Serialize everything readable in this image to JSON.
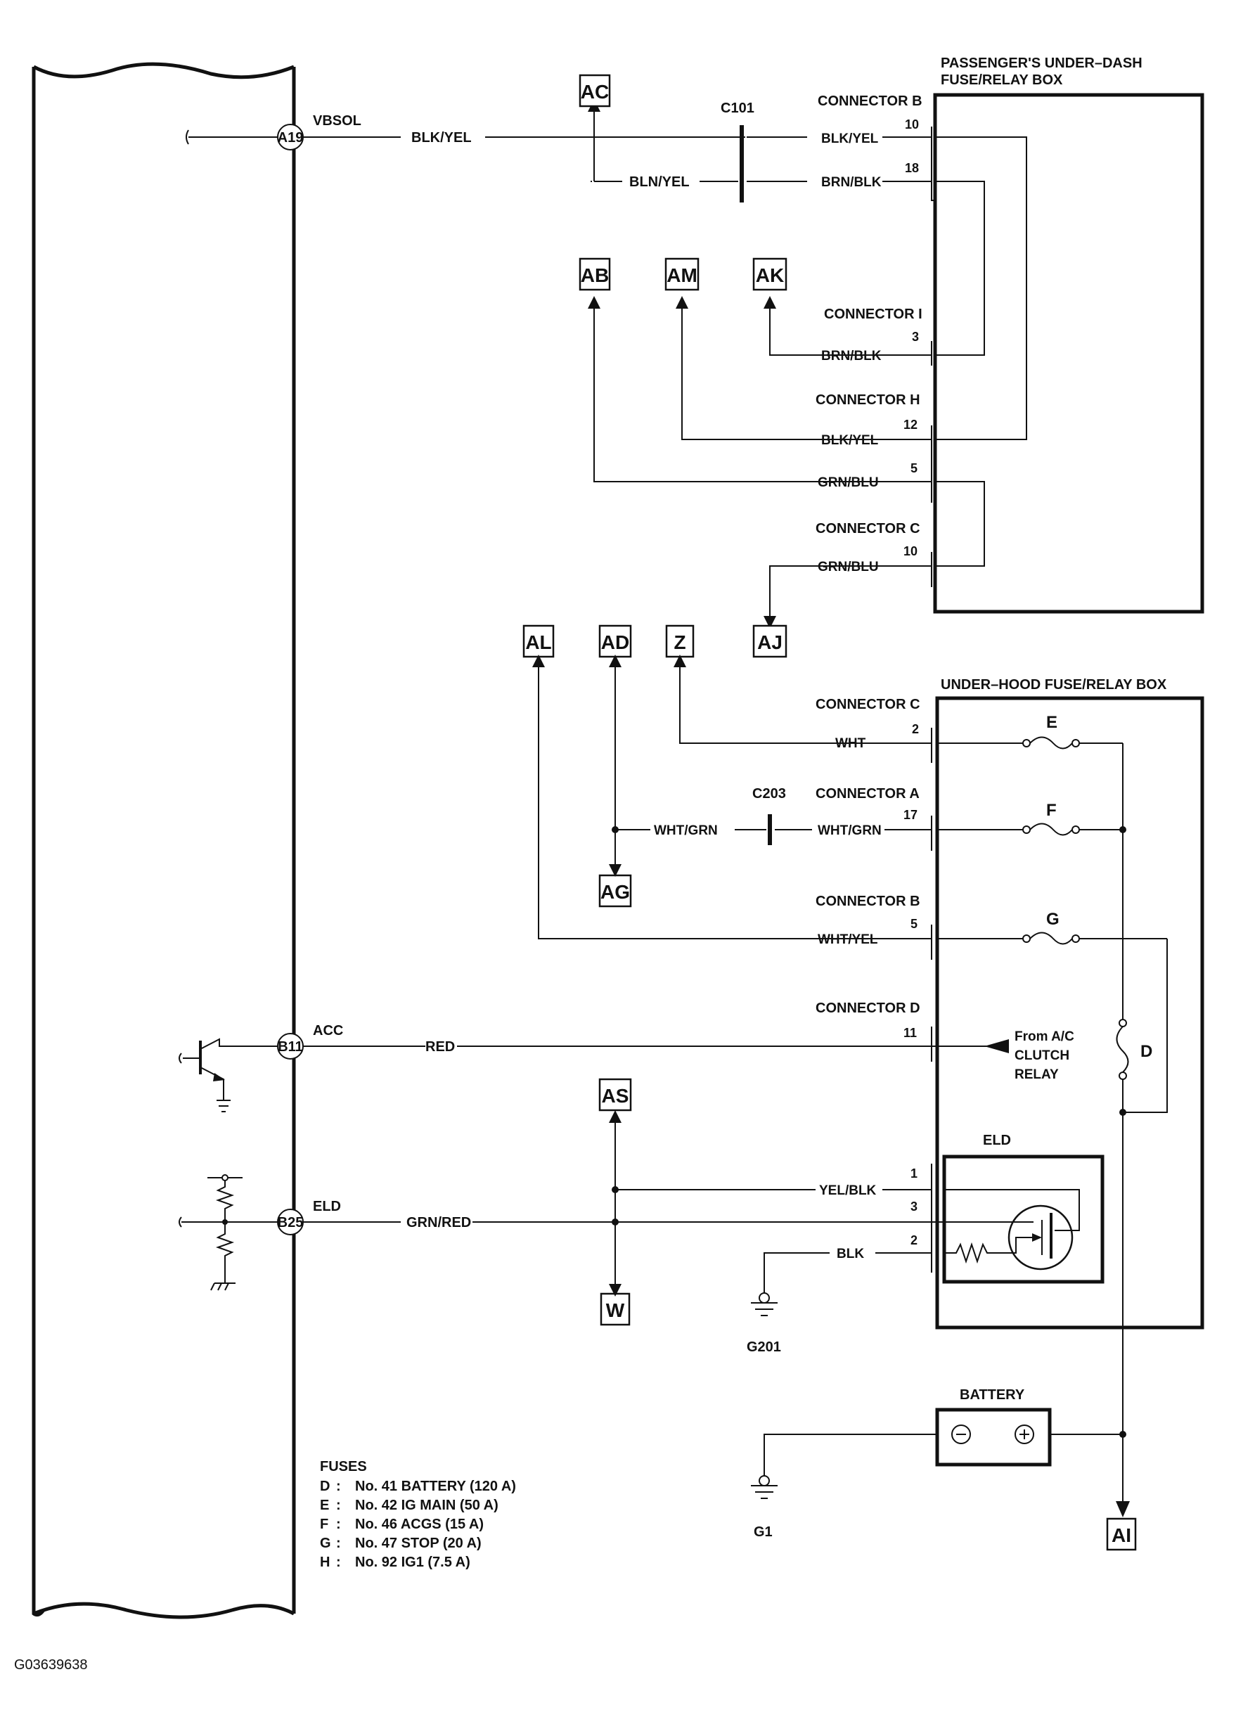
{
  "ecm": {
    "pins": [
      {
        "id": "A19",
        "signal": "VBSOL",
        "wire": "BLK/YEL"
      },
      {
        "id": "B11",
        "signal": "ACC",
        "wire": "RED"
      },
      {
        "id": "B25",
        "signal": "ELD",
        "wire": "GRN/RED"
      }
    ]
  },
  "underdash": {
    "title1": "PASSENGER'S UNDER–DASH",
    "title2": "FUSE/RELAY BOX",
    "connB": {
      "label": "CONNECTOR B",
      "pin10": "10",
      "wire10": "BLK/YEL",
      "pin18": "18",
      "wire18": "BRN/BLK"
    },
    "connI": {
      "label": "CONNECTOR I",
      "pin3": "3",
      "wire3": "BRN/BLK"
    },
    "connH": {
      "label": "CONNECTOR H",
      "pin12": "12",
      "wire12": "BLK/YEL",
      "pin5": "5",
      "wire5": "GRN/BLU"
    },
    "connC": {
      "label": "CONNECTOR C",
      "pin10": "10",
      "wire10": "GRN/BLU"
    }
  },
  "c101": {
    "label": "C101",
    "wire_lower": "BLN/YEL"
  },
  "underhood": {
    "title": "UNDER–HOOD FUSE/RELAY BOX",
    "connC": {
      "label": "CONNECTOR C",
      "pin": "2",
      "wire": "WHT"
    },
    "connA": {
      "label": "CONNECTOR A",
      "pin": "17",
      "wire": "WHT/GRN"
    },
    "connB": {
      "label": "CONNECTOR B",
      "pin": "5",
      "wire": "WHT/YEL"
    },
    "connD": {
      "label": "CONNECTOR D",
      "pin": "11"
    },
    "relay_note": [
      "From A/C",
      "CLUTCH",
      "RELAY"
    ],
    "fuses": [
      "E",
      "F",
      "G",
      "D"
    ],
    "eld": {
      "label": "ELD",
      "pins": [
        "1",
        "3",
        "2"
      ],
      "wire1": "YEL/BLK",
      "wire2": "BLK"
    }
  },
  "c203": {
    "label": "C203",
    "wire_left": "WHT/GRN"
  },
  "refs": [
    "AC",
    "AB",
    "AM",
    "AK",
    "AJ",
    "AL",
    "AD",
    "Z",
    "AG",
    "AS",
    "W",
    "AI"
  ],
  "grounds": [
    "G201",
    "G1"
  ],
  "battery": {
    "label": "BATTERY",
    "neg": "⊖",
    "pos": "⊕"
  },
  "fuses_legend": {
    "title": "FUSES",
    "items": [
      {
        "key": "D",
        "text": "No. 41 BATTERY (120 A)"
      },
      {
        "key": "E",
        "text": "No. 42 IG MAIN (50 A)"
      },
      {
        "key": "F",
        "text": "No. 46 ACGS (15 A)"
      },
      {
        "key": "G",
        "text": "No. 47 STOP (20 A)"
      },
      {
        "key": "H",
        "text": "No. 92 IG1 (7.5 A)"
      }
    ]
  },
  "footer_id": "G03639638"
}
